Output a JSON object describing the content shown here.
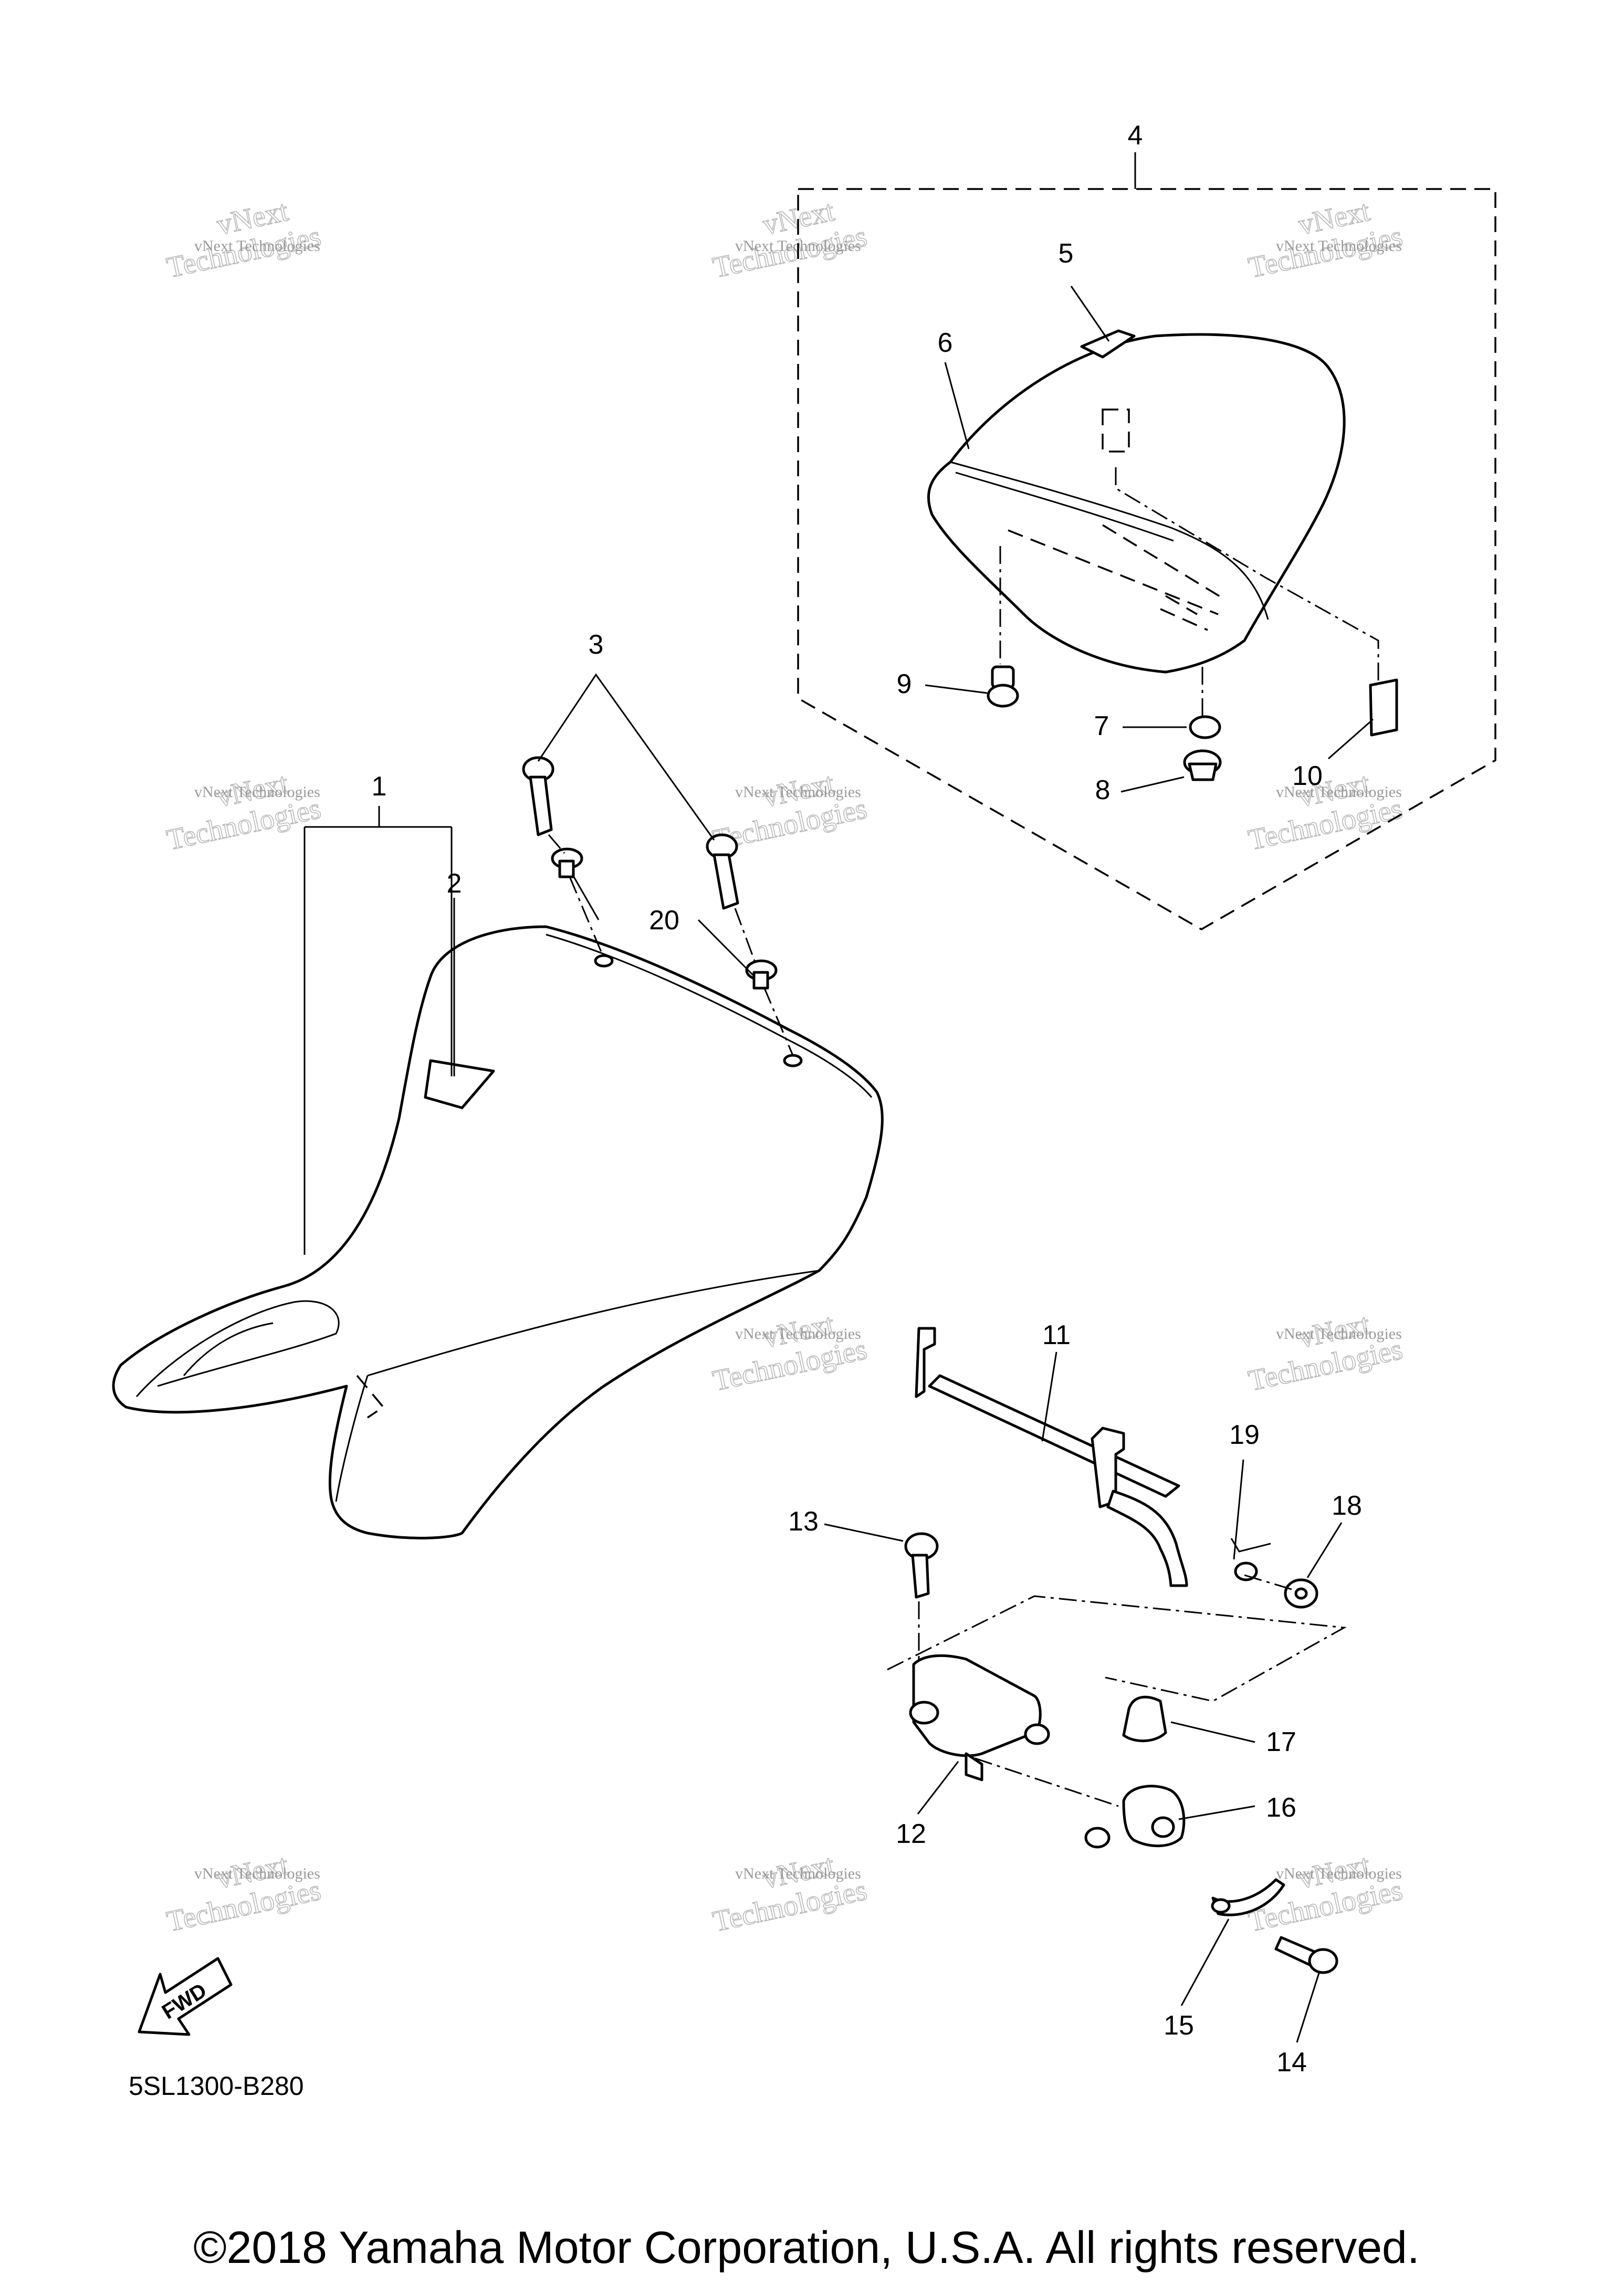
{
  "diagram": {
    "part_labels": [
      "1",
      "2",
      "3",
      "4",
      "5",
      "6",
      "7",
      "8",
      "9",
      "10",
      "11",
      "12",
      "13",
      "14",
      "15",
      "16",
      "17",
      "18",
      "19",
      "20"
    ],
    "watermark": {
      "line1": "vNext Technologies",
      "line2": "Technologies",
      "line2_over": "vNext"
    },
    "diagram_code": "5SL1300-B280",
    "fwd_label": "FWD",
    "copyright": "©2018 Yamaha Motor Corporation, U.S.A. All rights reserved."
  }
}
